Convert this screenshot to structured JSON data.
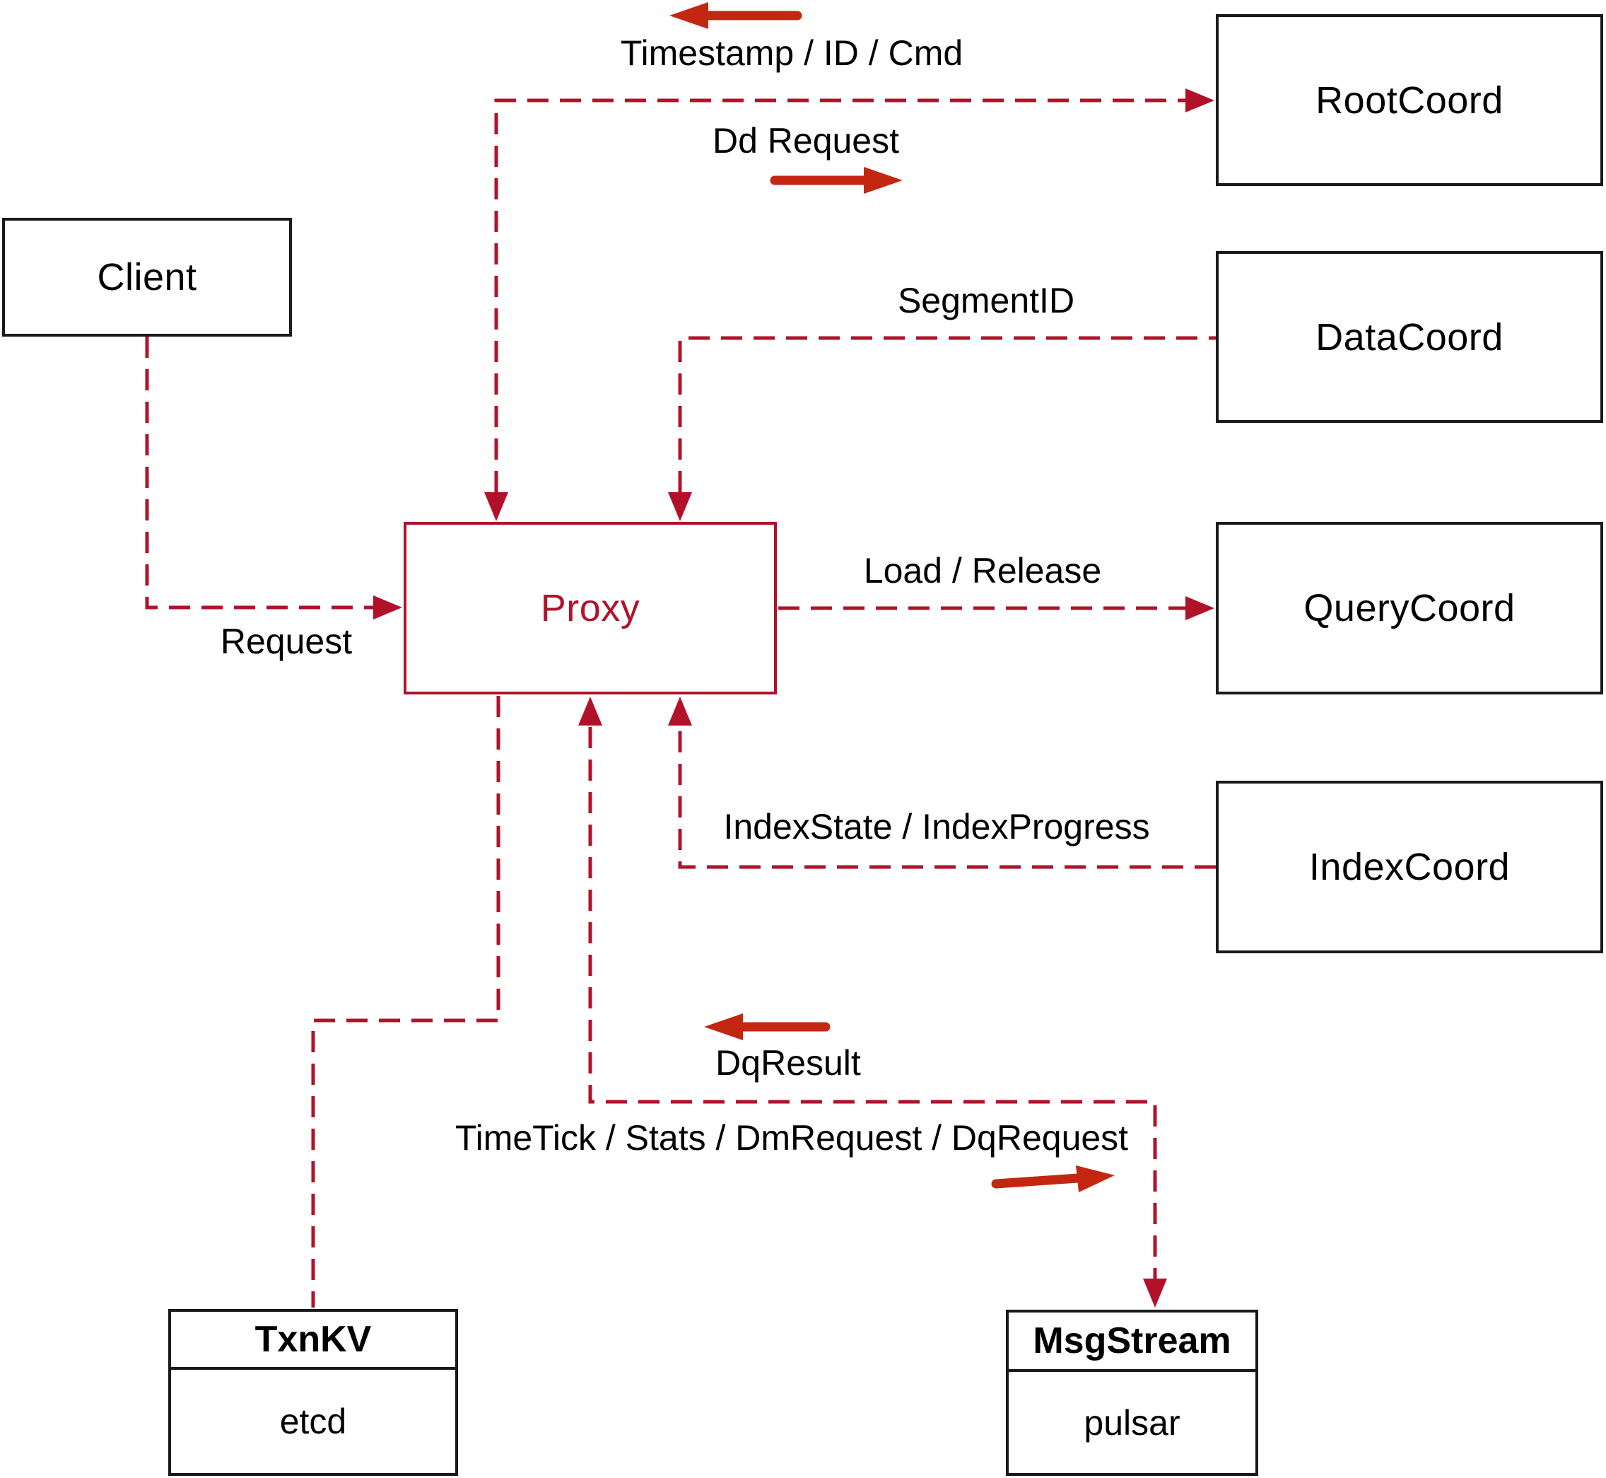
{
  "diagram": {
    "nodes": {
      "client": {
        "label": "Client"
      },
      "proxy": {
        "label": "Proxy"
      },
      "rootcoord": {
        "label": "RootCoord"
      },
      "datacoord": {
        "label": "DataCoord"
      },
      "querycoord": {
        "label": "QueryCoord"
      },
      "indexcoord": {
        "label": "IndexCoord"
      },
      "txnkv": {
        "title": "TxnKV",
        "impl": "etcd"
      },
      "msgstream": {
        "title": "MsgStream",
        "impl": "pulsar"
      }
    },
    "edge_labels": {
      "timestamp": "Timestamp / ID / Cmd",
      "dd_request": "Dd Request",
      "segment_id": "SegmentID",
      "load_release": "Load / Release",
      "index_state": "IndexState / IndexProgress",
      "request": "Request",
      "dq_result": "DqResult",
      "timetick": "TimeTick / Stats / DmRequest / DqRequest"
    },
    "colors": {
      "dashed_line": "#b1122a",
      "solid_arrow": "#c42711",
      "proxy_accent": "#b0132b",
      "box_border": "#1a1a1a",
      "text": "#000000",
      "background": "#ffffff"
    }
  }
}
